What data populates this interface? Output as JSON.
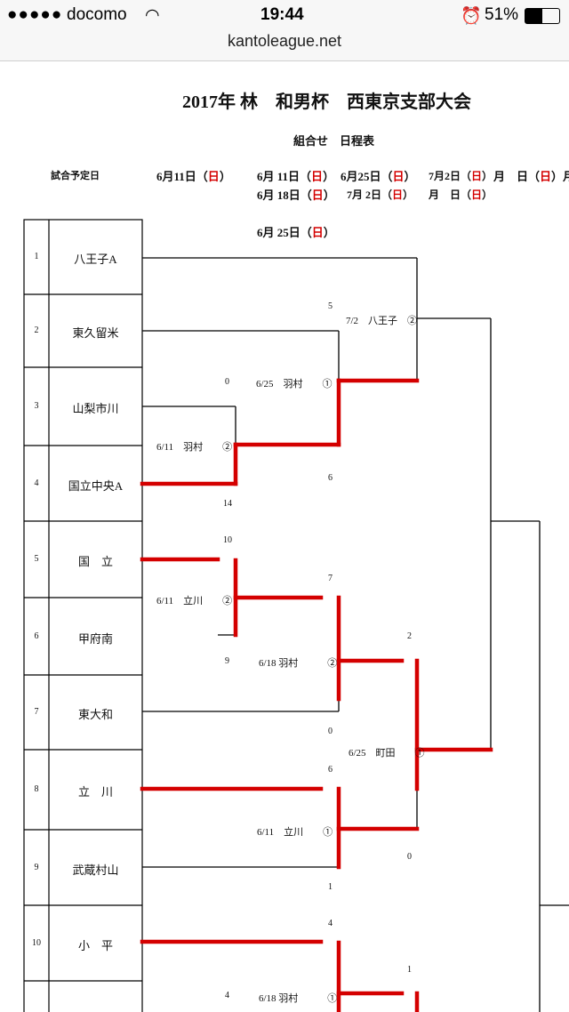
{
  "status_bar": {
    "carrier": "docomo",
    "time": "19:44",
    "battery": "51%",
    "url": "kantoleague.net"
  },
  "title": "2017年 林　和男杯　西東京支部大会",
  "subtitle": "組合せ　日程表",
  "schedule_label": "試合予定日",
  "schedule": {
    "col1": [
      "6月11日（",
      "日",
      "）"
    ],
    "row1": [
      [
        "6月 11日（",
        "日",
        "）"
      ],
      [
        "6月25日（",
        "日",
        "）"
      ],
      [
        "7月2日（",
        "日",
        "）"
      ],
      [
        "月　日（",
        "日",
        "）月"
      ]
    ],
    "row2": [
      [
        "6月 18日（",
        "日",
        "）"
      ],
      [
        "7月 2日（",
        "日",
        "）"
      ],
      [
        "月　日（",
        "日",
        "）"
      ]
    ],
    "row3": [
      "6月 25日（",
      "日",
      "）"
    ]
  },
  "teams": [
    {
      "no": "1",
      "name": "八王子A"
    },
    {
      "no": "2",
      "name": "東久留米"
    },
    {
      "no": "3",
      "name": "山梨市川"
    },
    {
      "no": "4",
      "name": "国立中央A"
    },
    {
      "no": "5",
      "name": "国　立"
    },
    {
      "no": "6",
      "name": "甲府南"
    },
    {
      "no": "7",
      "name": "東大和"
    },
    {
      "no": "8",
      "name": "立　川"
    },
    {
      "no": "9",
      "name": "武蔵村山"
    },
    {
      "no": "10",
      "name": "小　平"
    }
  ],
  "matches": [
    {
      "label": "7/2　八王子　②"
    },
    {
      "label": "6/25　羽村　　①"
    },
    {
      "label": "6/11　羽村　　②"
    },
    {
      "label": "6/11　立川　　②"
    },
    {
      "label": "6/18 羽村　　　②"
    },
    {
      "label": "6/25　町田　　①"
    },
    {
      "label": "6/11　立川　　①"
    },
    {
      "label": "6/18 羽村　　　①"
    }
  ],
  "scores": [
    "5",
    "0",
    "6",
    "14",
    "10",
    "7",
    "9",
    "2",
    "0",
    "6",
    "0",
    "1",
    "4",
    "1",
    "4"
  ],
  "colors": {
    "win_line": "#d40000",
    "line": "#000000"
  }
}
